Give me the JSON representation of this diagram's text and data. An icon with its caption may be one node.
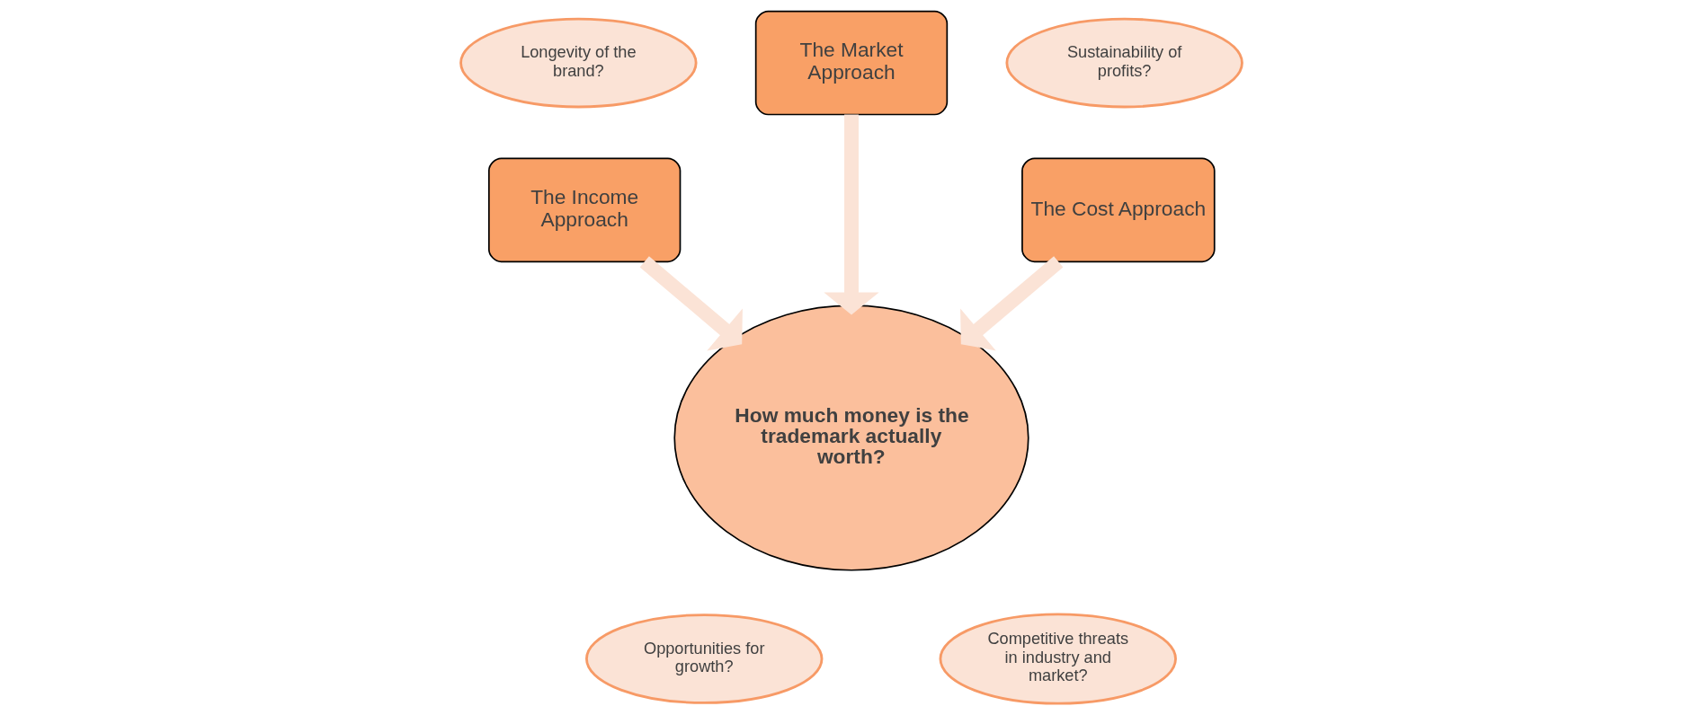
{
  "diagram": {
    "nodes": [
      {
        "text": [
          "Longevity of the brand?"
        ]
      },
      {
        "text": [
          "The Market Approach"
        ]
      },
      {
        "text": [
          "Sustainability of profits?"
        ]
      },
      {
        "text": [
          "The Income Approach"
        ]
      },
      {
        "text": [
          "The Cost Approach"
        ]
      },
      {
        "text": [
          "How much money is the trademark actually worth?"
        ]
      },
      {
        "text": [
          "Opportunities for growth?"
        ]
      },
      {
        "text": [
          "Competitive threats in industry and market?"
        ]
      }
    ],
    "edges": [
      {
        "from": 1,
        "to": 5,
        "arrow": "to"
      },
      {
        "from": 3,
        "to": 5,
        "arrow": "to"
      },
      {
        "from": 4,
        "to": 5,
        "arrow": "to"
      }
    ]
  }
}
